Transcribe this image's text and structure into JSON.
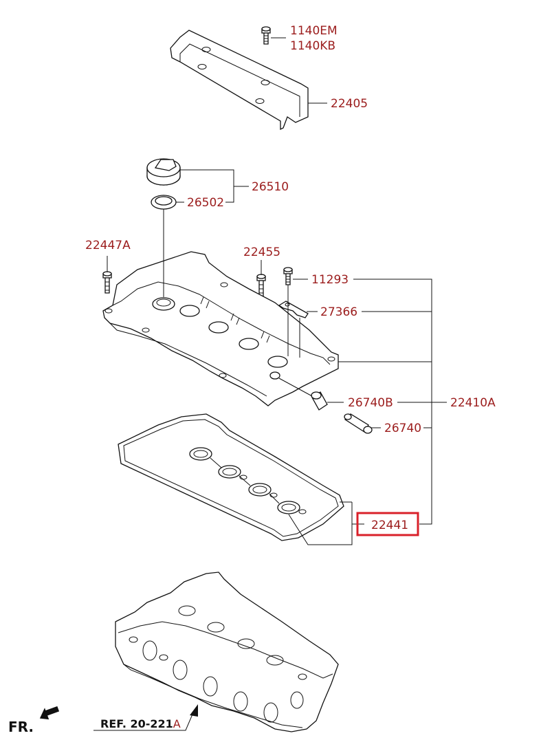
{
  "labels": {
    "p1140em": "1140EM",
    "p1140kb": "1140KB",
    "p22405": "22405",
    "p26510": "26510",
    "p26502": "26502",
    "p22447a": "22447A",
    "p22455": "22455",
    "p11293": "11293",
    "p27366": "27366",
    "p26740b": "26740B",
    "p22410a": "22410A",
    "p26740": "26740",
    "p22441": "22441"
  },
  "ref": {
    "prefix": "REF. 20-221",
    "suffix": "A"
  },
  "fr": "FR.",
  "colors": {
    "label": "#9b1c1c",
    "highlight": "#d9202a",
    "line": "#111111"
  },
  "highlighted_part": "22441"
}
